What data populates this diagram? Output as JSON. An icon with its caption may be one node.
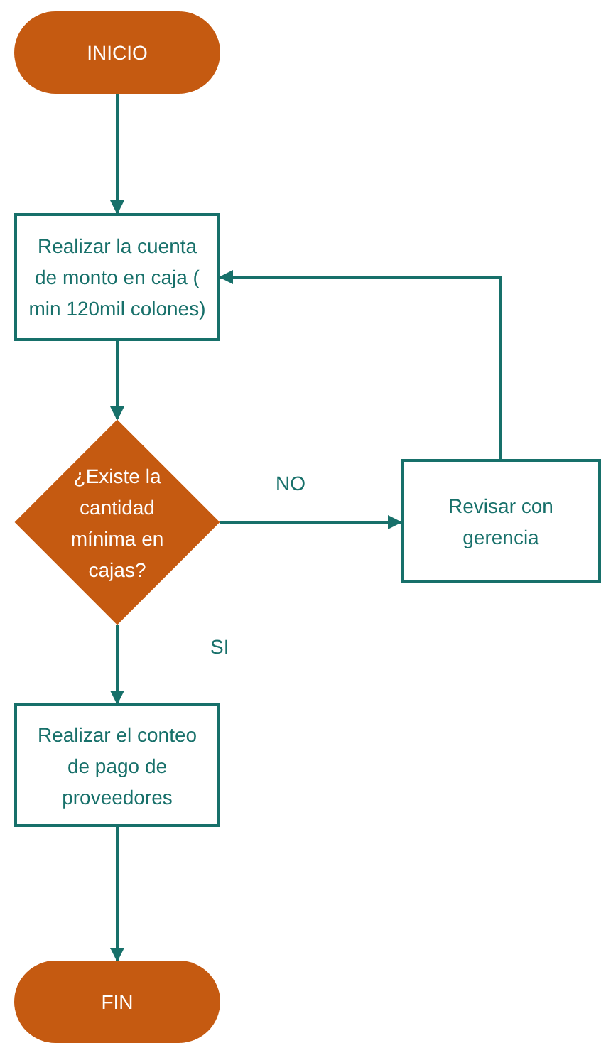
{
  "diagram": {
    "nodes": [
      {
        "text": [
          "INICIO"
        ]
      },
      {
        "text": [
          "Realizar la cuenta de monto en caja ( min 120mil colones)"
        ]
      },
      {
        "text": [
          "¿Existe la cantidad mínima en cajas?"
        ]
      },
      {
        "text": [
          "Revisar con gerencia"
        ]
      },
      {
        "text": [
          "Realizar el conteo de pago de proveedores"
        ]
      },
      {
        "text": [
          "FIN"
        ]
      }
    ],
    "edges": [
      {
        "from": 0,
        "to": 1,
        "arrow": "to"
      },
      {
        "from": 1,
        "to": 2,
        "arrow": "to"
      },
      {
        "from": 2,
        "to": 3,
        "arrow": "to",
        "label": "NO"
      },
      {
        "from": 3,
        "to": 1,
        "arrow": "to"
      },
      {
        "from": 2,
        "to": 4,
        "arrow": "to",
        "label": "SI"
      },
      {
        "from": 4,
        "to": 5,
        "arrow": "to"
      }
    ]
  }
}
